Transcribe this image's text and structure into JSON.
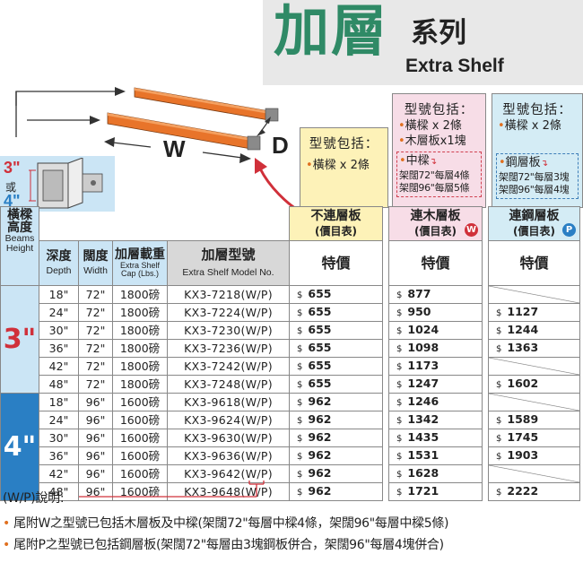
{
  "title": {
    "main": "加層",
    "series": "系列",
    "english": "Extra Shelf"
  },
  "diagram": {
    "w": "W",
    "d": "D",
    "beam_size_a": "3\"",
    "or": "或",
    "beam_size_b": "4\"",
    "beam_cn": "橫樑\n高度",
    "beam_en": "Beams\nHeight"
  },
  "boxes": {
    "plain": {
      "head": "型號包括：",
      "items": [
        "橫樑 x 2條"
      ]
    },
    "wood": {
      "head": "型號包括：",
      "items": [
        "橫樑 x 2條",
        "木層板x1塊"
      ],
      "sub_head": "中樑",
      "sub_items": [
        "架闊72\"每層4條",
        "架闊96\"每層5條"
      ]
    },
    "steel": {
      "head": "型號包括：",
      "items": [
        "橫樑 x 2條"
      ],
      "sub_head": "鋼層板",
      "sub_items": [
        "架闊72\"每層3塊",
        "架闊96\"每層4塊"
      ]
    }
  },
  "table": {
    "headers": {
      "beam_height_cn": "橫樑\n高度",
      "beam_height_en": "Beams\nHeight",
      "depth_cn": "深度",
      "depth_en": "Depth",
      "width_cn": "闊度",
      "width_en": "Width",
      "cap_cn": "加層載重",
      "cap_en": "Extra Shelf\nCap (Lbs.)",
      "model_cn": "加層型號",
      "model_en": "Extra Shelf Model No.",
      "plain_cn": "不連層板",
      "plain_sub": "(價目表)",
      "wood_cn": "連木層板",
      "wood_sub": "(價目表)",
      "steel_cn": "連鋼層板",
      "steel_sub": "(價目表)",
      "special": "特價",
      "badge_w": "W",
      "badge_p": "P"
    },
    "groups": [
      {
        "height": "3\"",
        "rows": [
          {
            "depth": "18\"",
            "width": "72\"",
            "cap": "1800磅",
            "model": "KX3-7218(W/P)",
            "plain": "655",
            "wood": "877",
            "steel": ""
          },
          {
            "depth": "24\"",
            "width": "72\"",
            "cap": "1800磅",
            "model": "KX3-7224(W/P)",
            "plain": "655",
            "wood": "950",
            "steel": "1127"
          },
          {
            "depth": "30\"",
            "width": "72\"",
            "cap": "1800磅",
            "model": "KX3-7230(W/P)",
            "plain": "655",
            "wood": "1024",
            "steel": "1244"
          },
          {
            "depth": "36\"",
            "width": "72\"",
            "cap": "1800磅",
            "model": "KX3-7236(W/P)",
            "plain": "655",
            "wood": "1098",
            "steel": "1363"
          },
          {
            "depth": "42\"",
            "width": "72\"",
            "cap": "1800磅",
            "model": "KX3-7242(W/P)",
            "plain": "655",
            "wood": "1173",
            "steel": ""
          },
          {
            "depth": "48\"",
            "width": "72\"",
            "cap": "1800磅",
            "model": "KX3-7248(W/P)",
            "plain": "655",
            "wood": "1247",
            "steel": "1602"
          }
        ]
      },
      {
        "height": "4\"",
        "rows": [
          {
            "depth": "18\"",
            "width": "96\"",
            "cap": "1600磅",
            "model": "KX3-9618(W/P)",
            "plain": "962",
            "wood": "1246",
            "steel": ""
          },
          {
            "depth": "24\"",
            "width": "96\"",
            "cap": "1600磅",
            "model": "KX3-9624(W/P)",
            "plain": "962",
            "wood": "1342",
            "steel": "1589"
          },
          {
            "depth": "30\"",
            "width": "96\"",
            "cap": "1600磅",
            "model": "KX3-9630(W/P)",
            "plain": "962",
            "wood": "1435",
            "steel": "1745"
          },
          {
            "depth": "36\"",
            "width": "96\"",
            "cap": "1600磅",
            "model": "KX3-9636(W/P)",
            "plain": "962",
            "wood": "1531",
            "steel": "1903"
          },
          {
            "depth": "42\"",
            "width": "96\"",
            "cap": "1600磅",
            "model": "KX3-9642(W/P)",
            "plain": "962",
            "wood": "1628",
            "steel": ""
          },
          {
            "depth": "48\"",
            "width": "96\"",
            "cap": "1600磅",
            "model": "KX3-9648(W/P)",
            "plain": "962",
            "wood": "1721",
            "steel": "2222"
          }
        ]
      }
    ],
    "currency": "$"
  },
  "notes": {
    "label": "(W/P)說明:",
    "w": "尾附W之型號已包括木層板及中樑(架闊72\"每層中樑4條，架闊96\"每層中樑5條)",
    "p": "尾附P之型號已包括鋼層板(架闊72\"每層由3塊鋼板併合，架闊96\"每層4塊併合)"
  },
  "colors": {
    "title_green": "#2f8a66",
    "header_blue": "#cbe5f5",
    "plain_yellow": "#fdf2b8",
    "wood_pink": "#f7dde7",
    "steel_blue": "#d4ecf5",
    "beam_orange": "#e8742a",
    "accent_red": "#d0303a",
    "group_blue": "#2a7fc4"
  }
}
